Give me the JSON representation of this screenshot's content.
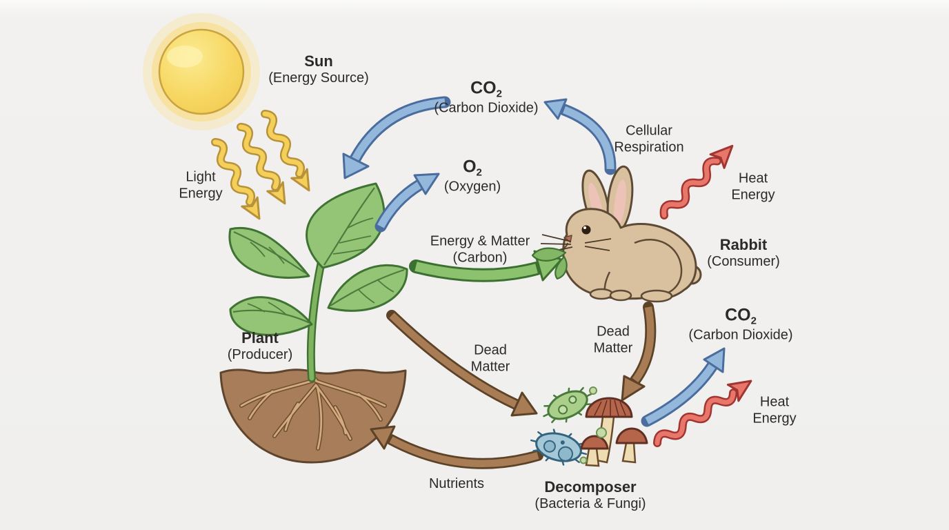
{
  "diagram": {
    "nodes": {
      "sun": {
        "title": "Sun",
        "subtitle": "(Energy Source)"
      },
      "plant": {
        "title": "Plant",
        "subtitle": "(Producer)"
      },
      "rabbit": {
        "title": "Rabbit",
        "subtitle": "(Consumer)"
      },
      "decomposer": {
        "title": "Decomposer",
        "subtitle": "(Bacteria & Fungi)"
      }
    },
    "molecules": {
      "co2_top": {
        "formula": "CO",
        "subscript": "2",
        "subtitle": "(Carbon Dioxide)"
      },
      "o2": {
        "formula": "O",
        "subscript": "2",
        "subtitle": "(Oxygen)"
      },
      "co2_bottom": {
        "formula": "CO",
        "subscript": "2",
        "subtitle": "(Carbon Dioxide)"
      }
    },
    "flows": {
      "light_energy": {
        "line1": "Light",
        "line2": "Energy"
      },
      "cellular_respiration": {
        "line1": "Cellular",
        "line2": "Respiration"
      },
      "heat_energy_top": {
        "line1": "Heat",
        "line2": "Energy"
      },
      "heat_energy_bottom": {
        "line1": "Heat",
        "line2": "Energy"
      },
      "energy_matter": {
        "line1": "Energy & Matter",
        "line2": "(Carbon)"
      },
      "dead_matter_plant": {
        "line1": "Dead",
        "line2": "Matter"
      },
      "dead_matter_rabbit": {
        "line1": "Dead",
        "line2": "Matter"
      },
      "nutrients": {
        "label": "Nutrients"
      }
    },
    "colors": {
      "background": "#f0efed",
      "text": "#2b2a28",
      "sun_yellow": "#f5d25c",
      "light_arrow": "#f4cf5a",
      "gas_arrow": "#94b7dc",
      "heat_arrow": "#e8766b",
      "food_arrow": "#8cc26d",
      "matter_arrow": "#a87c54",
      "soil_brown": "#a87d5a",
      "leaf_green": "#94c476",
      "rabbit_tan": "#d9c09e"
    }
  }
}
